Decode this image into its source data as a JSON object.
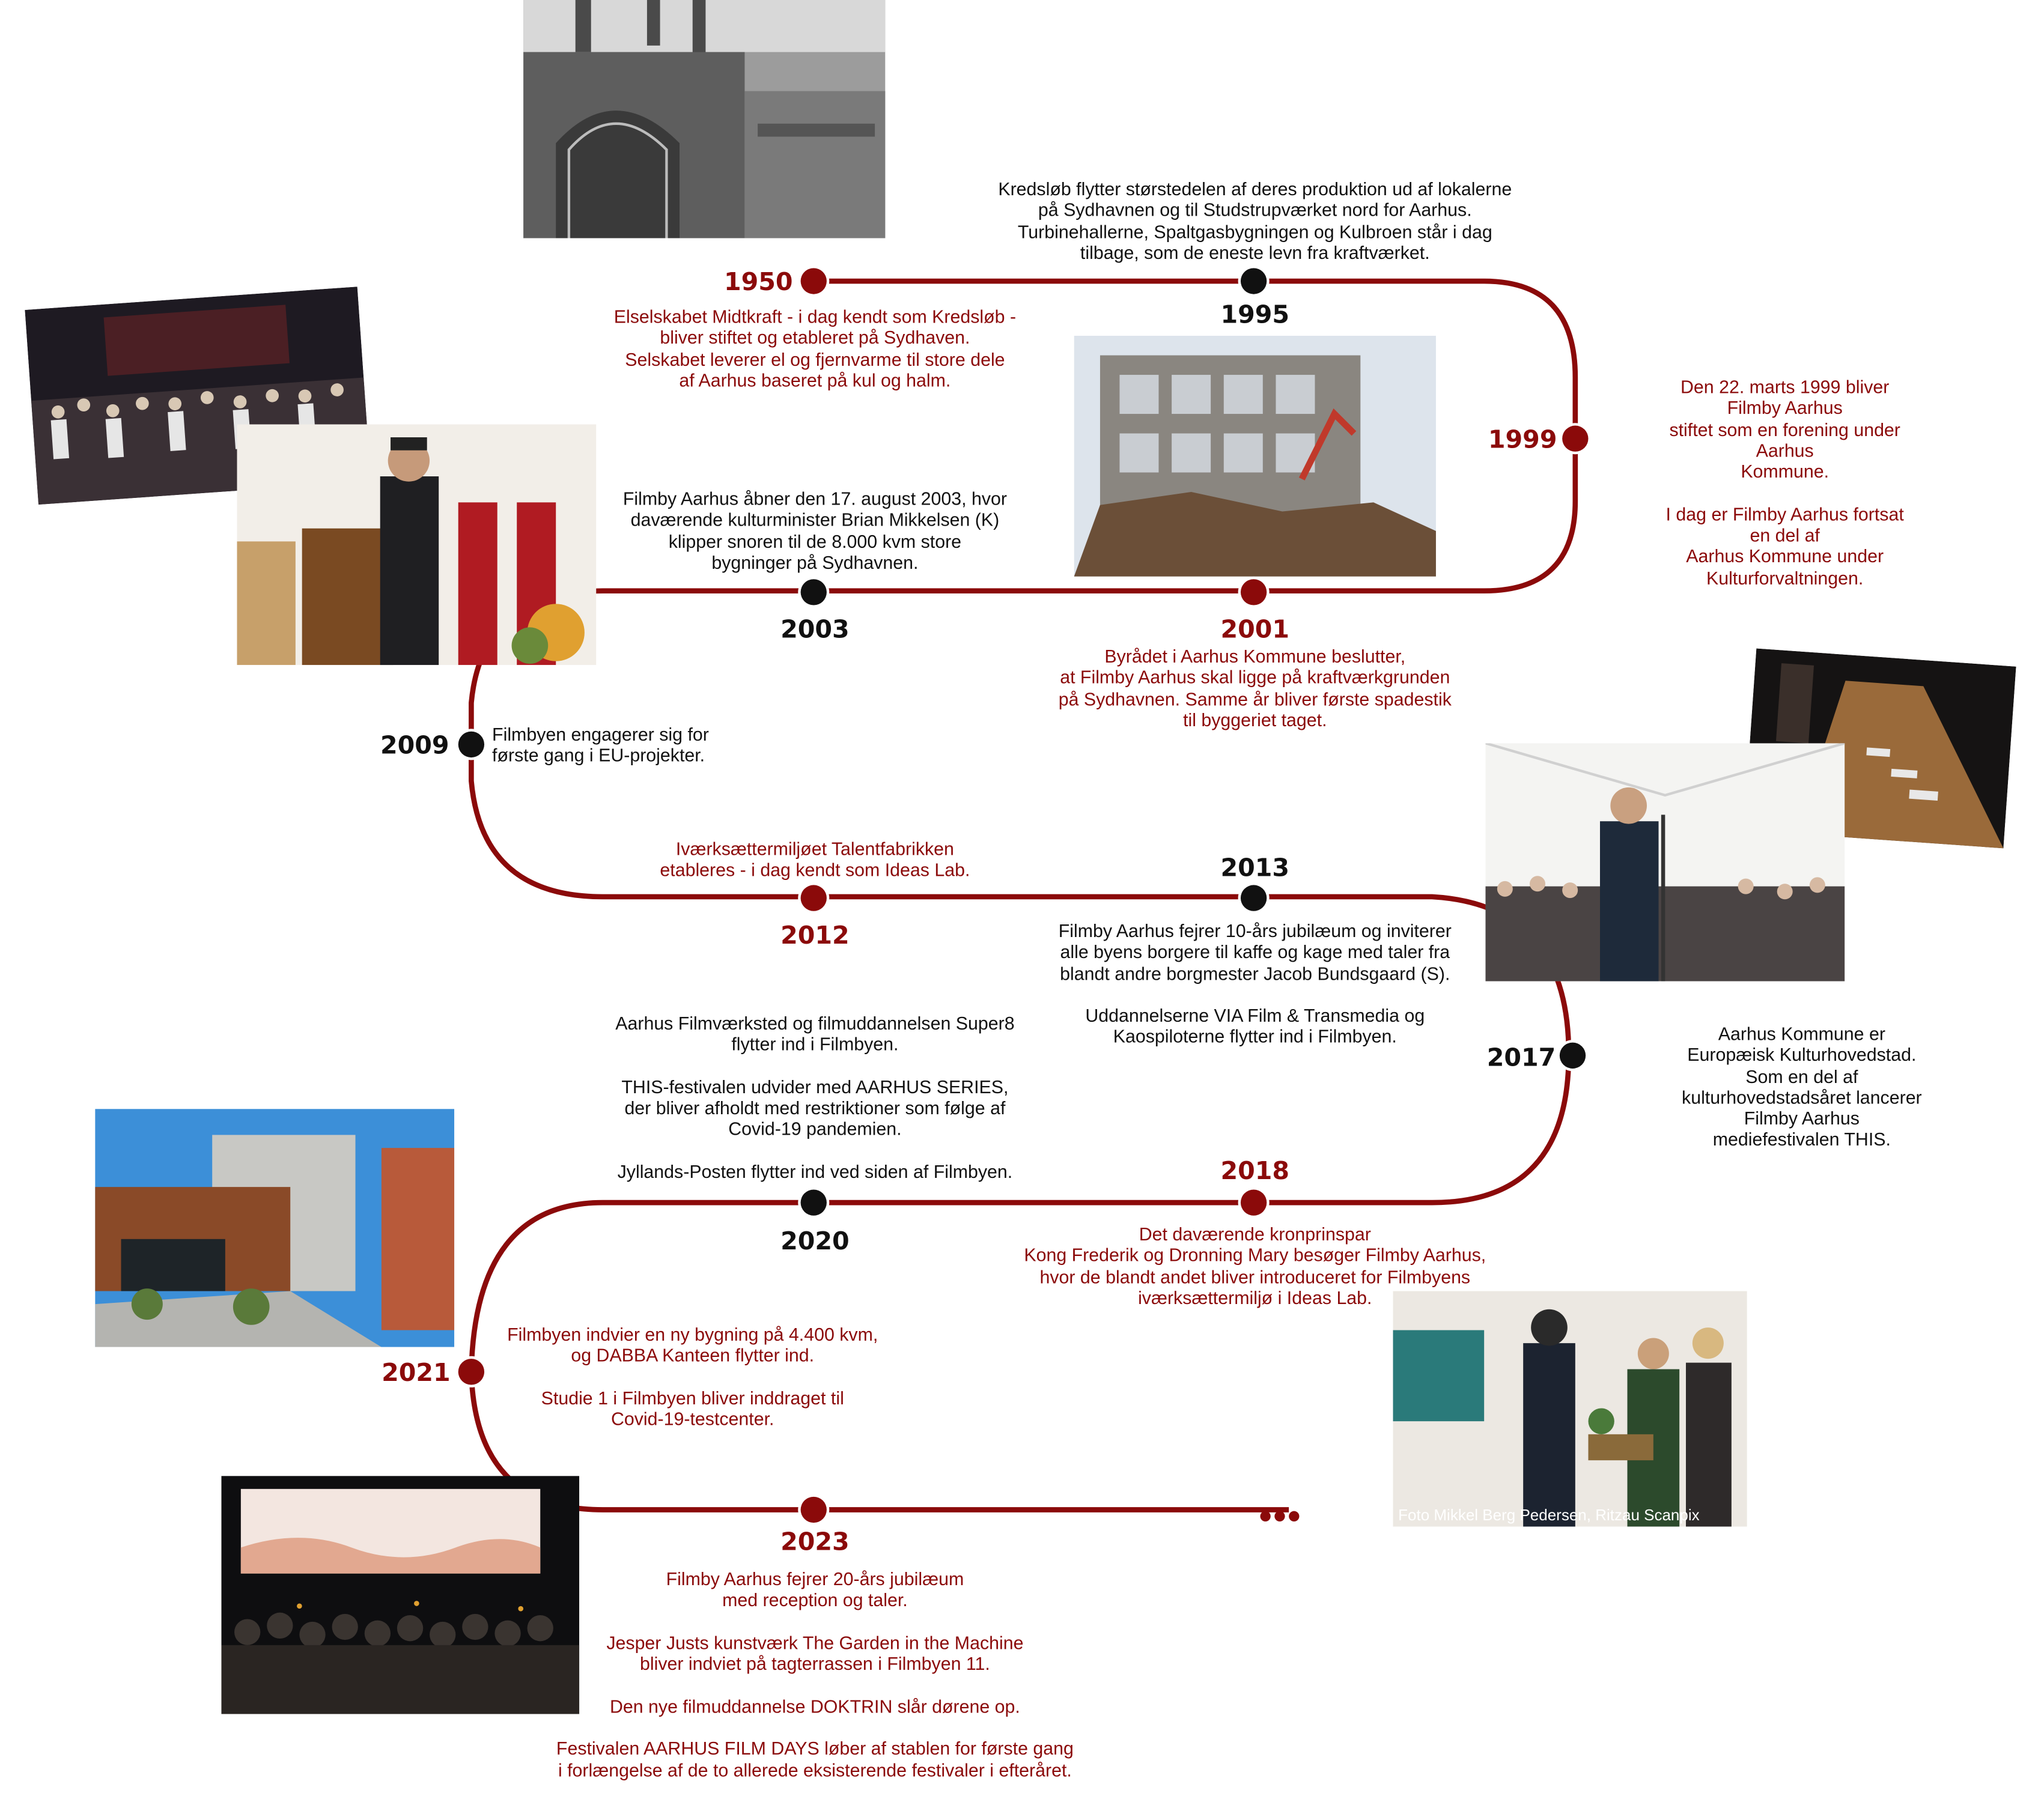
{
  "colors": {
    "accent": "#8b0a0a",
    "dark": "#111111",
    "background": "#ffffff"
  },
  "events": [
    {
      "year": "1950",
      "text": "Elselskabet Midtkraft - i dag kendt som Kredsløb -\nbliver stiftet og etableret på Sydhaven.\nSelskabet leverer el og fjernvarme til store dele\naf Aarhus baseret på kul og halm.",
      "marker": "red"
    },
    {
      "year": "1995",
      "text": "Kredsløb flytter størstedelen af deres produktion ud af lokalerne\npå Sydhavnen og til Studstrupværket nord for Aarhus.\nTurbinehallerne, Spaltgasbygningen og Kulbroen står i dag\ntilbage, som de eneste levn fra kraftværket.",
      "marker": "black"
    },
    {
      "year": "1999",
      "text": "Den 22. marts 1999 bliver Filmby Aarhus\nstiftet som en forening under Aarhus\nKommune.\n\nI dag er Filmby Aarhus fortsat en del af\nAarhus Kommune under Kulturforvaltningen.",
      "marker": "red"
    },
    {
      "year": "2001",
      "text": "Byrådet i Aarhus Kommune beslutter,\nat Filmby Aarhus skal ligge på kraftværkgrunden\npå Sydhavnen. Samme år bliver første spadestik\ntil byggeriet taget.",
      "marker": "red"
    },
    {
      "year": "2003",
      "text": "Filmby Aarhus åbner den 17. august 2003, hvor\ndaværende kulturminister Brian Mikkelsen (K)\nklipper snoren til de 8.000 kvm store\nbygninger på Sydhavnen.",
      "marker": "black"
    },
    {
      "year": "2009",
      "text": "Filmbyen engagerer sig for\nførste gang i EU-projekter.",
      "marker": "black"
    },
    {
      "year": "2012",
      "text": "Iværksættermiljøet Talentfabrikken\netableres - i dag kendt som Ideas Lab.",
      "marker": "red"
    },
    {
      "year": "2013",
      "text": "Filmby Aarhus fejrer 10-års jubilæum og inviterer\nalle byens borgere til kaffe og kage med taler fra\nblandt andre borgmester Jacob Bundsgaard (S).\n\nUddannelserne VIA Film & Transmedia og\nKaospiloterne flytter ind i Filmbyen.",
      "marker": "black"
    },
    {
      "year": "2017",
      "text": "Aarhus Kommune er Europæisk Kulturhovedstad.\nSom en del af kulturhovedstadsåret lancerer\nFilmby Aarhus mediefestivalen THIS.",
      "marker": "black"
    },
    {
      "year": "2018",
      "text": "Det daværende kronprinspar\nKong Frederik og Dronning Mary besøger Filmby Aarhus,\nhvor de blandt andet bliver introduceret for Filmbyens\niværksættermiljø i Ideas Lab.",
      "marker": "red"
    },
    {
      "year": "2020",
      "text": "Aarhus Filmværksted og filmuddannelsen Super8\nflytter ind i Filmbyen.\n\nTHIS-festivalen udvider med AARHUS SERIES,\nder bliver afholdt med restriktioner som følge af\nCovid-19 pandemien.\n\nJyllands-Posten flytter ind ved siden af Filmbyen.",
      "marker": "black"
    },
    {
      "year": "2021",
      "text": "Filmbyen indvier en ny bygning på 4.400 kvm,\nog DABBA Kanteen flytter ind.\n\nStudie 1 i Filmbyen bliver inddraget til\nCovid-19-testcenter.",
      "marker": "red"
    },
    {
      "year": "2023",
      "text": "Filmby Aarhus fejrer 20-års jubilæum\nmed reception og taler.\n\nJesper Justs kunstværk The Garden in the Machine\nbliver indviet på tagterrassen i Filmbyen 11.\n\nDen nye filmuddannelse DOKTRIN slår dørene op.\n\nFestivalen AARHUS FILM DAYS løber af stablen for første gang\ni forlængelse af de to allerede eksisterende festivaler i efteråret.",
      "marker": "red"
    }
  ],
  "photo_credit": "Foto Mikkel Berg Pedersen, Ritzau Scanpix"
}
